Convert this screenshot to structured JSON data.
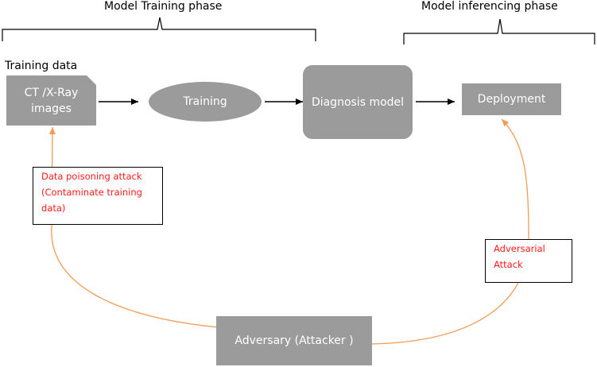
{
  "phases": {
    "training": "Model Training phase",
    "inferencing": "Model inferencing phase"
  },
  "training_data_label": "Training data",
  "nodes": {
    "images": "CT /X-Ray images",
    "training": "Training",
    "diagnosis_model": "Diagnosis model",
    "deployment": "Deployment",
    "adversary": "Adversary (Attacker )"
  },
  "attacks": {
    "poisoning": "Data poisoning attack (Contaminate training data)",
    "adversarial": "Adversarial Attack"
  },
  "colors": {
    "node_fill": "#9b9b9b",
    "node_text": "#ffffff",
    "attack_arrow": "#f29b55",
    "attack_text": "#ff1a1a",
    "flow_arrow": "#000000"
  }
}
